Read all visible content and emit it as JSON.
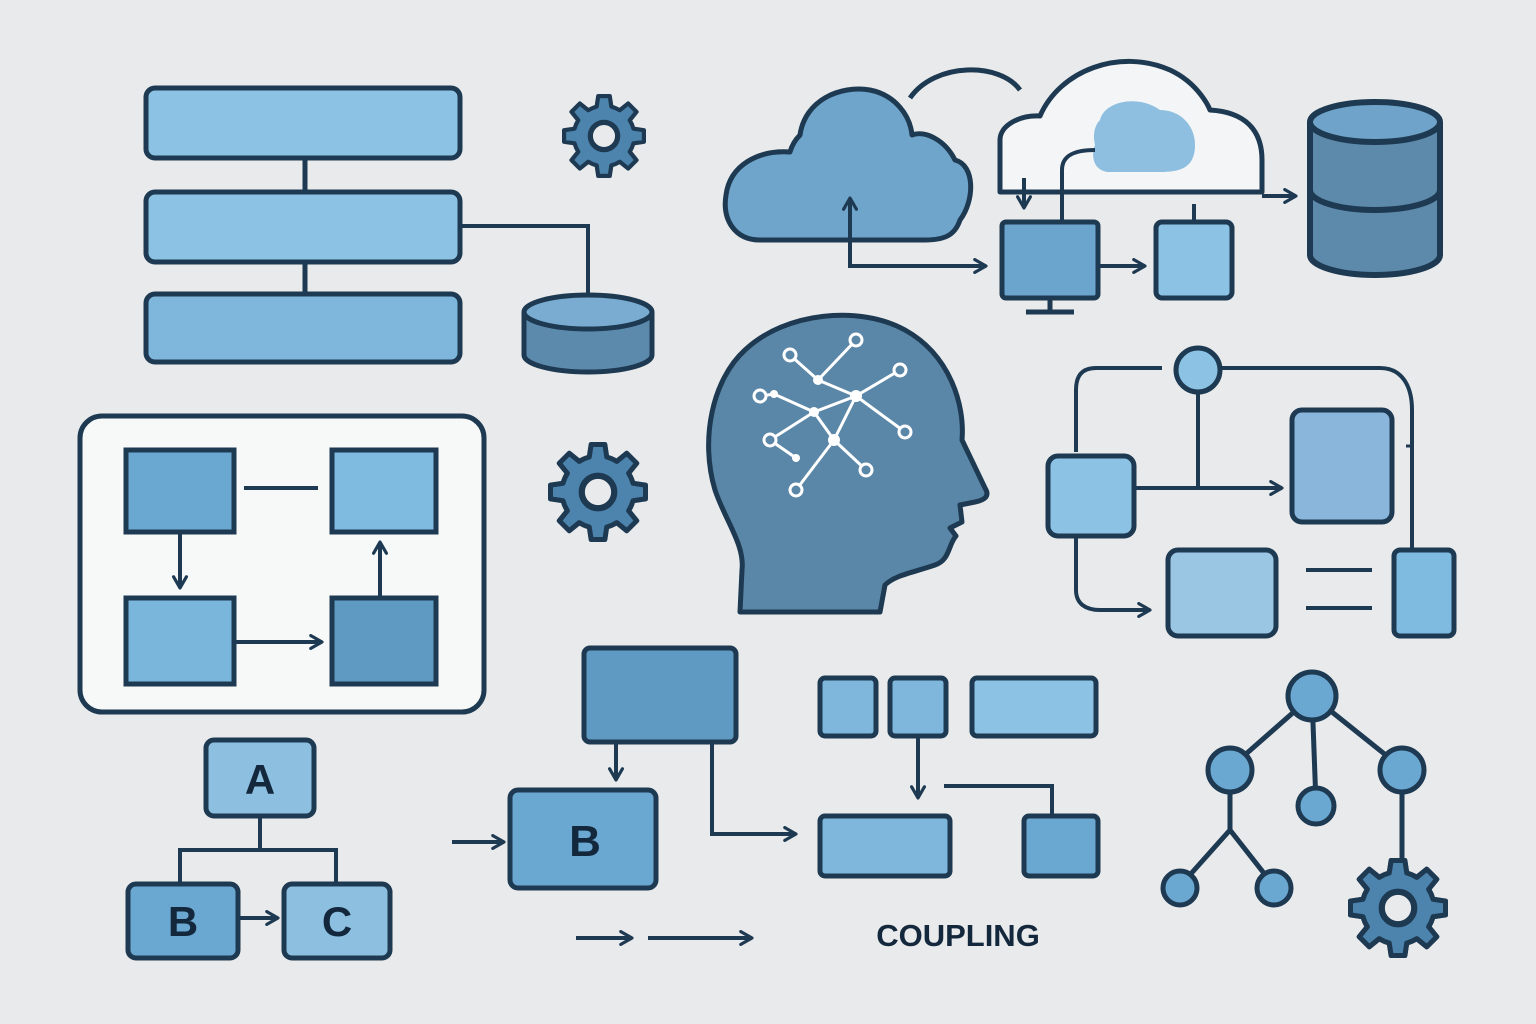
{
  "colors": {
    "background": "#e9eaeb",
    "stroke": "#1e3a52",
    "box_light": "#8cc3e4",
    "box_mid": "#7ab2d6",
    "box_dark": "#5f9ac2",
    "head": "#5a87a8",
    "cylinder": "#5c8aac",
    "gear": "#4d84ad",
    "panel": "#f7f8f8"
  },
  "labels": {
    "node_a": "A",
    "node_b_left": "B",
    "node_c": "C",
    "node_b_center": "B",
    "caption": "COUPLING"
  },
  "icons": [
    "gear-icon",
    "cloud-icon",
    "database-icon",
    "monitor-icon",
    "head-icon",
    "neural-network-icon",
    "tree-icon",
    "arrow-icon"
  ]
}
